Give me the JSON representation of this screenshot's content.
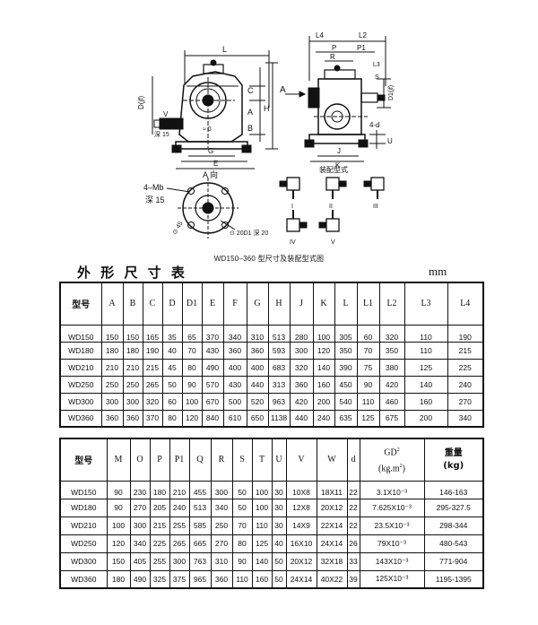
{
  "drawing": {
    "front_labels": [
      "L",
      "C",
      "A",
      "B",
      "H",
      "D(jf)",
      "V",
      "深 15",
      "≈ 0",
      "G",
      "E",
      "A 向",
      "A"
    ],
    "side_labels": [
      "L4",
      "L2",
      "P",
      "P1",
      "R",
      "L3",
      "S",
      "D1(jf)",
      "4-d",
      "U",
      "J",
      "K",
      "装配型式"
    ],
    "flange_labels": [
      "4–Mb",
      "深 15",
      "⊙ 45",
      "⊙ 20D1 深 20"
    ],
    "assembly_types": [
      "I",
      "II",
      "III",
      "IV",
      "V"
    ],
    "caption": "WD150–360 型尺寸及装配型式图"
  },
  "title": "外 形 尺 寸 表",
  "unit": "mm",
  "table1": {
    "headers": [
      "型号",
      "A",
      "B",
      "C",
      "D",
      "D1",
      "E",
      "F",
      "G",
      "H",
      "J",
      "K",
      "L",
      "L1",
      "L2",
      "L3",
      "L4"
    ],
    "rows": [
      [
        "WD150",
        "150",
        "150",
        "165",
        "35",
        "65",
        "370",
        "340",
        "310",
        "513",
        "280",
        "100",
        "305",
        "60",
        "320",
        "110",
        "190"
      ],
      [
        "WD180",
        "180",
        "180",
        "190",
        "40",
        "70",
        "430",
        "360",
        "360",
        "593",
        "300",
        "120",
        "350",
        "70",
        "350",
        "110",
        "215"
      ],
      [
        "WD210",
        "210",
        "210",
        "215",
        "45",
        "80",
        "490",
        "400",
        "400",
        "683",
        "320",
        "140",
        "390",
        "75",
        "380",
        "125",
        "225"
      ],
      [
        "WD250",
        "250",
        "250",
        "265",
        "50",
        "90",
        "570",
        "430",
        "440",
        "313",
        "360",
        "160",
        "450",
        "90",
        "420",
        "140",
        "240"
      ],
      [
        "WD300",
        "300",
        "300",
        "320",
        "60",
        "100",
        "670",
        "500",
        "520",
        "963",
        "420",
        "200",
        "540",
        "110",
        "460",
        "160",
        "270"
      ],
      [
        "WD360",
        "360",
        "360",
        "370",
        "80",
        "120",
        "840",
        "610",
        "650",
        "1138",
        "440",
        "240",
        "635",
        "125",
        "675",
        "200",
        "340"
      ]
    ]
  },
  "table2": {
    "headers": [
      "型号",
      "M",
      "O",
      "P",
      "P1",
      "Q",
      "R",
      "S",
      "T",
      "U",
      "V",
      "W",
      "d"
    ],
    "gd_header_top": "GD",
    "gd_header_sup": "2",
    "gd_header_unit": "(kg.m",
    "gd_header_unit_sup": "2",
    "gd_header_unit_end": ")",
    "weight_header_top": "重量",
    "weight_header_unit": "(kg)",
    "rows": [
      [
        "WD150",
        "90",
        "230",
        "180",
        "210",
        "455",
        "300",
        "50",
        "100",
        "30",
        "10X8",
        "18X11",
        "22",
        "3.1X10⁻³",
        "146-163"
      ],
      [
        "WD180",
        "90",
        "270",
        "205",
        "240",
        "513",
        "340",
        "50",
        "100",
        "30",
        "12X8",
        "20X12",
        "22",
        "7.625X10⁻³",
        "295-327.5"
      ],
      [
        "WD210",
        "100",
        "300",
        "215",
        "255",
        "585",
        "250",
        "70",
        "110",
        "30",
        "14X9",
        "22X14",
        "22",
        "23.5X10⁻³",
        "298-344"
      ],
      [
        "WD250",
        "120",
        "340",
        "225",
        "265",
        "665",
        "270",
        "80",
        "125",
        "40",
        "16X10",
        "24X14",
        "26",
        "79X10⁻³",
        "480-543"
      ],
      [
        "WD300",
        "150",
        "405",
        "255",
        "300",
        "763",
        "310",
        "90",
        "140",
        "50",
        "20X12",
        "32X18",
        "33",
        "143X10⁻³",
        "771-904"
      ],
      [
        "WD360",
        "180",
        "490",
        "325",
        "375",
        "965",
        "360",
        "110",
        "160",
        "50",
        "24X14",
        "40X22",
        "39",
        "125X10⁻³",
        "1195-1395"
      ]
    ]
  }
}
